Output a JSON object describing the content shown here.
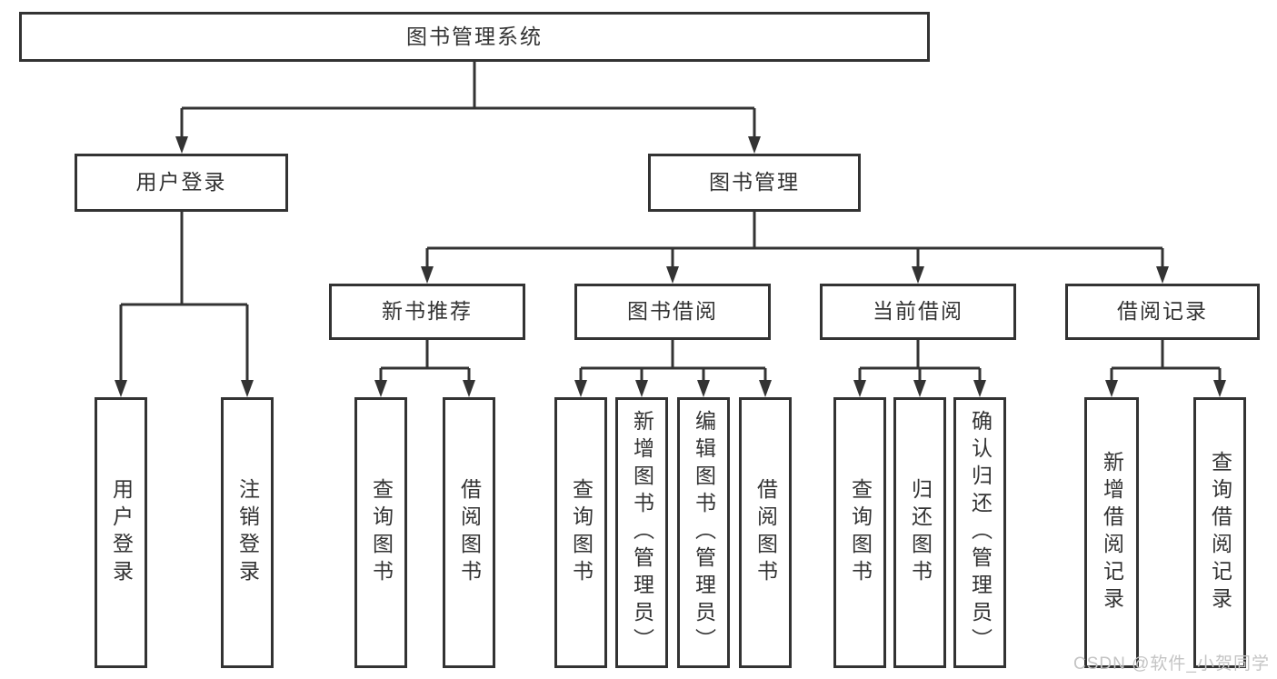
{
  "tree": {
    "label": "图书管理系统",
    "children": [
      {
        "label": "用户登录",
        "children": [
          {
            "label": "用户登录"
          },
          {
            "label": "注销登录"
          }
        ]
      },
      {
        "label": "图书管理",
        "children": [
          {
            "label": "新书推荐",
            "children": [
              {
                "label": "查询图书"
              },
              {
                "label": "借阅图书"
              }
            ]
          },
          {
            "label": "图书借阅",
            "children": [
              {
                "label": "查询图书"
              },
              {
                "label": "新增图书（管理员）"
              },
              {
                "label": "编辑图书（管理员）"
              },
              {
                "label": "借阅图书"
              }
            ]
          },
          {
            "label": "当前借阅",
            "children": [
              {
                "label": "查询图书"
              },
              {
                "label": "归还图书"
              },
              {
                "label": "确认归还（管理员）"
              }
            ]
          },
          {
            "label": "借阅记录",
            "children": [
              {
                "label": "新增借阅记录"
              },
              {
                "label": "查询借阅记录"
              }
            ]
          }
        ]
      }
    ]
  },
  "watermark": "CSDN @软件_小贺同学",
  "colors": {
    "line": "#333333",
    "text": "#333333",
    "background": "#ffffff",
    "watermark": "#c4c4c4"
  }
}
